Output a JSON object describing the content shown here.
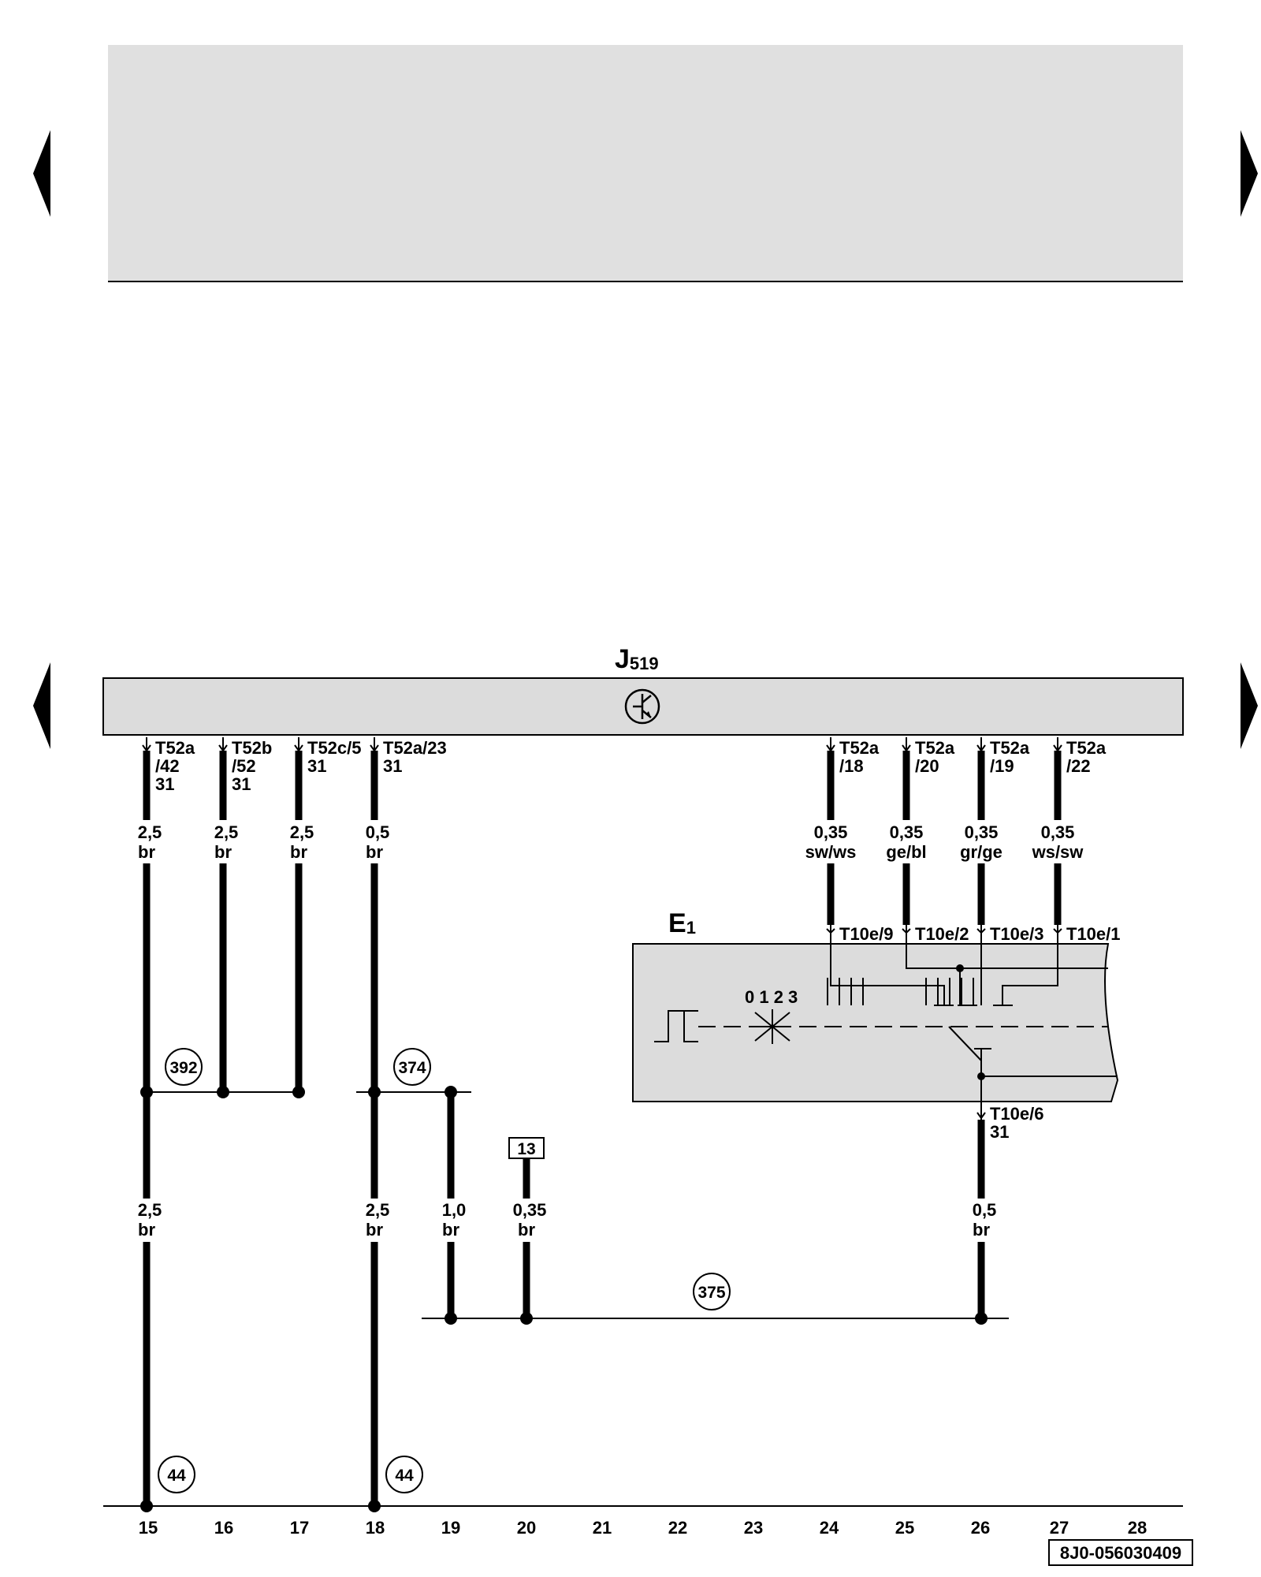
{
  "nav": {
    "prev_icon": "triangle-left-icon",
    "next_icon": "triangle-right-icon"
  },
  "header_box": {
    "fill": "#e0e0e0"
  },
  "control_unit": {
    "letter": "J",
    "index": "519",
    "symbol": "control-unit-symbol-icon",
    "fill": "#dcdcdc"
  },
  "switch_unit": {
    "letter": "E",
    "index": "1",
    "positions": "0 1 2 3",
    "fill": "#dcdcdc"
  },
  "connectors": [
    {
      "id": "c15",
      "lines": [
        "T52a",
        "/42",
        "31"
      ]
    },
    {
      "id": "c16",
      "lines": [
        "T52b",
        "/52",
        "31"
      ]
    },
    {
      "id": "c17",
      "lines": [
        "T52c/5",
        "31"
      ]
    },
    {
      "id": "c18",
      "lines": [
        "T52a/23",
        "31"
      ]
    },
    {
      "id": "c24",
      "lines": [
        "T52a",
        "/18"
      ]
    },
    {
      "id": "c25",
      "lines": [
        "T52a",
        "/20"
      ]
    },
    {
      "id": "c26",
      "lines": [
        "T52a",
        "/19"
      ]
    },
    {
      "id": "c27",
      "lines": [
        "T52a",
        "/22"
      ]
    }
  ],
  "switch_pins": [
    "T10e/9",
    "T10e/2",
    "T10e/3",
    "T10e/1"
  ],
  "switch_ground_pin": [
    "T10e/6",
    "31"
  ],
  "wires_upper": [
    {
      "size": "2,5",
      "color": "br"
    },
    {
      "size": "2,5",
      "color": "br"
    },
    {
      "size": "2,5",
      "color": "br"
    },
    {
      "size": "0,5",
      "color": "br"
    },
    {
      "size": "0,35",
      "color": "sw/ws"
    },
    {
      "size": "0,35",
      "color": "ge/bl"
    },
    {
      "size": "0,35",
      "color": "gr/ge"
    },
    {
      "size": "0,35",
      "color": "ws/sw"
    }
  ],
  "wires_lower": [
    {
      "size": "2,5",
      "color": "br"
    },
    {
      "size": "2,5",
      "color": "br"
    },
    {
      "size": "1,0",
      "color": "br"
    },
    {
      "size": "0,35",
      "color": "br"
    },
    {
      "size": "0,5",
      "color": "br"
    }
  ],
  "ground_points": [
    "392",
    "374",
    "375",
    "44",
    "44"
  ],
  "reference_box": "13",
  "track_numbers": [
    "15",
    "16",
    "17",
    "18",
    "19",
    "20",
    "21",
    "22",
    "23",
    "24",
    "25",
    "26",
    "27",
    "28"
  ],
  "footer_code": "8J0-056030409"
}
